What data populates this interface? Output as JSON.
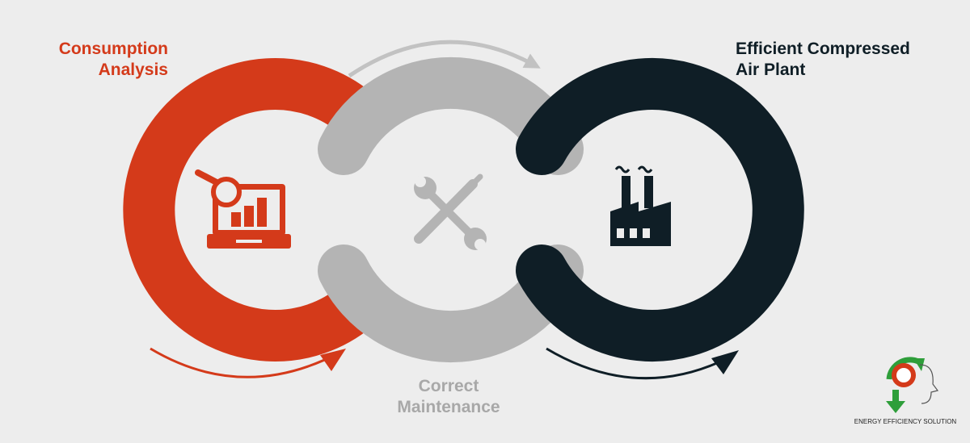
{
  "stages": [
    {
      "lines": [
        "Consumption",
        "Analysis"
      ],
      "color": "#d43a1a",
      "icon": "laptop-analysis-icon"
    },
    {
      "lines": [
        "Correct",
        "Maintenance"
      ],
      "color": "#b4b4b4",
      "icon": "wrench-screwdriver-icon"
    },
    {
      "lines": [
        "Efficient Compressed",
        "Air Plant"
      ],
      "color": "#0f1e26",
      "icon": "factory-icon"
    }
  ],
  "logo": {
    "caption": "ENERGY EFFICIENCY SOLUTION",
    "icon": "energy-efficiency-logo-icon"
  },
  "colors": {
    "background": "#ededed",
    "red": "#d43a1a",
    "grey": "#b4b4b4",
    "dark": "#0f1e26",
    "green": "#2e9e3a"
  }
}
